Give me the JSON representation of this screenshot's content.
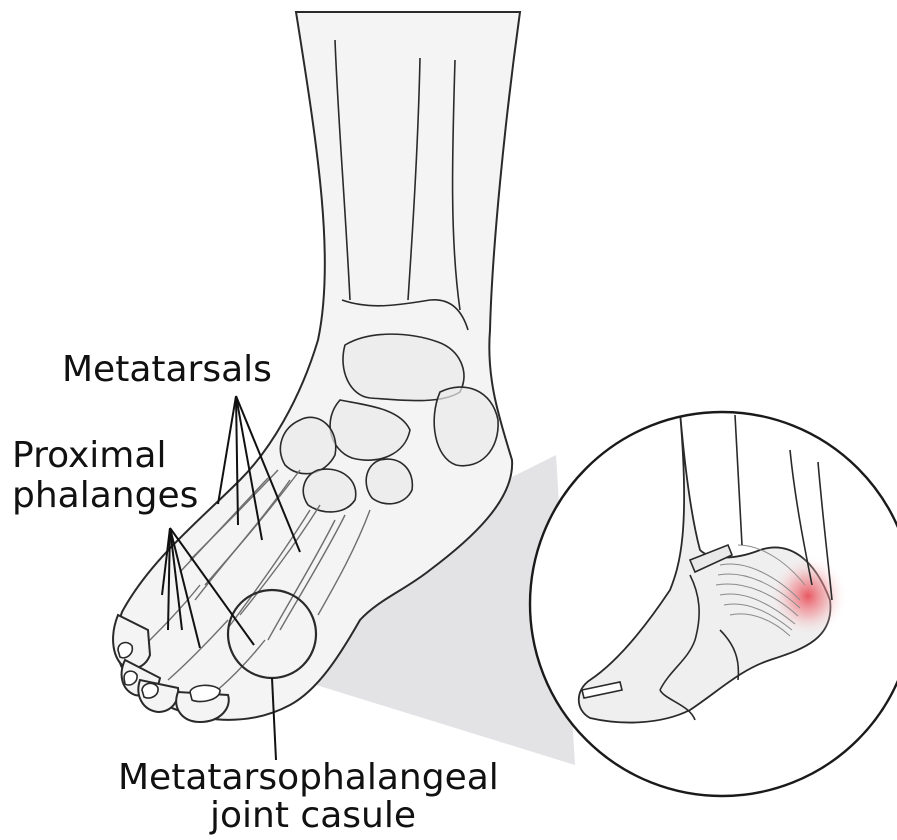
{
  "labels": {
    "metatarsals": "Metatarsals",
    "proximal_phalanges_line1": "Proximal",
    "proximal_phalanges_line2": "phalanges",
    "joint_line1": "Metatarsophalangeal",
    "joint_line2": "joint casule"
  },
  "colors": {
    "outline": "#2a2a2a",
    "bone_fill": "#e9e9e9",
    "magnifier_cone": "#e3e3e6",
    "inflammation": "#e8505b",
    "leader_line": "#111111"
  }
}
